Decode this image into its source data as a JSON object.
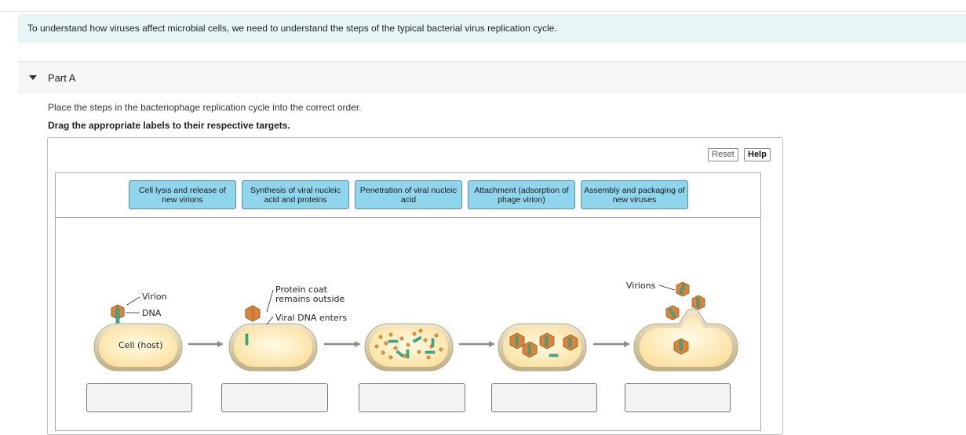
{
  "intro": {
    "text": "To understand how viruses affect microbial cells, we need to understand the steps of the typical bacterial virus replication cycle."
  },
  "part": {
    "title": "Part A",
    "expanded": true
  },
  "question": {
    "instruction": "Place the steps in the bacteriophage replication cycle into the correct order.",
    "drag_instruction": "Drag the appropriate labels to their respective targets."
  },
  "toolbar": {
    "reset_label": "Reset",
    "help_label": "Help"
  },
  "labels": [
    "Cell lysis and release of new virions",
    "Synthesis of viral nucleic acid and proteins",
    "Penetration of viral nucleic acid",
    "Attachment (adsorption of phage virion)",
    "Assembly and packaging of new viruses"
  ],
  "diagram": {
    "virion": "Virion",
    "dna": "DNA",
    "cell": "Cell (host)",
    "protein_coat_1": "Protein coat",
    "protein_coat_2": "remains outside",
    "viral_dna": "Viral DNA enters",
    "virions": "Virions"
  },
  "targets": [
    "",
    "",
    "",
    "",
    ""
  ],
  "colors": {
    "intro_bg": "#e8f5f6",
    "label_bg": "#90d5ec",
    "label_border": "#5a90a6",
    "capsid": "#d9843a",
    "dna": "#3bb08f",
    "cell_inner": "#fde8b4",
    "cell_wall": "#e0d4b2"
  }
}
